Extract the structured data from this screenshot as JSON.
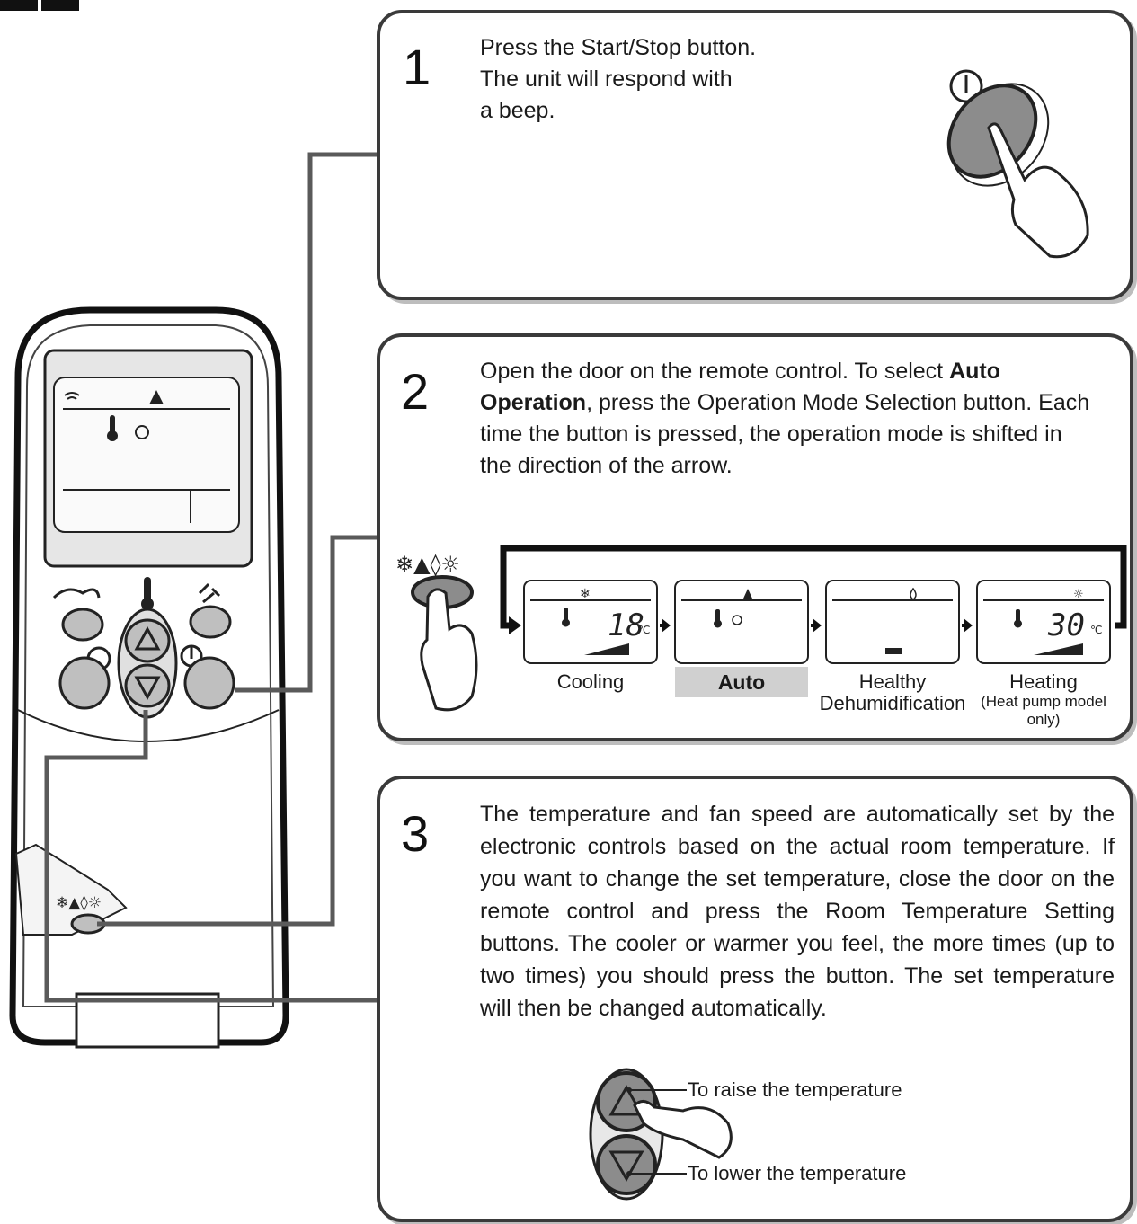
{
  "steps": [
    {
      "number": "1",
      "lines": [
        "Press the Start/Stop button.",
        "The unit will respond with",
        "a beep."
      ]
    },
    {
      "number": "2",
      "text_before_bold1": "Open the door on the remote control. To select ",
      "bold1": "Auto",
      "bold2": "Operation",
      "text_after_bold2": ", press the Operation Mode Selection button. Each time the button is pressed, the operation mode is shifted in the direction of the arrow."
    },
    {
      "number": "3",
      "text": "The temperature and fan speed are automatically set by the electronic controls based on the actual room temperature. If you want to change the set temperature, close the door on the remote control and press the Room Temperature Setting buttons. The cooler or warmer you feel, the more times (up to two times) you should press the button. The set temperature will then be changed automatically."
    }
  ],
  "modes": [
    {
      "label": "Cooling",
      "display_temp": "18",
      "unit": "℃",
      "icon": "snowflake-icon"
    },
    {
      "label": "Auto",
      "selected": true,
      "icon": "auto-mountain-icon"
    },
    {
      "label_line1": "Healthy",
      "label_line2": "Dehumidification",
      "icon": "droplet-icon"
    },
    {
      "label": "Heating",
      "note": "(Heat pump model only)",
      "display_temp": "30",
      "unit": "℃",
      "icon": "sun-icon"
    }
  ],
  "temperature_buttons": {
    "raise": "To raise the temperature",
    "lower": "To lower the temperature"
  },
  "colors": {
    "panel_border": "#3a3a3a",
    "button_fill": "#bfbfbf",
    "auto_highlight": "#d0d0d0"
  }
}
